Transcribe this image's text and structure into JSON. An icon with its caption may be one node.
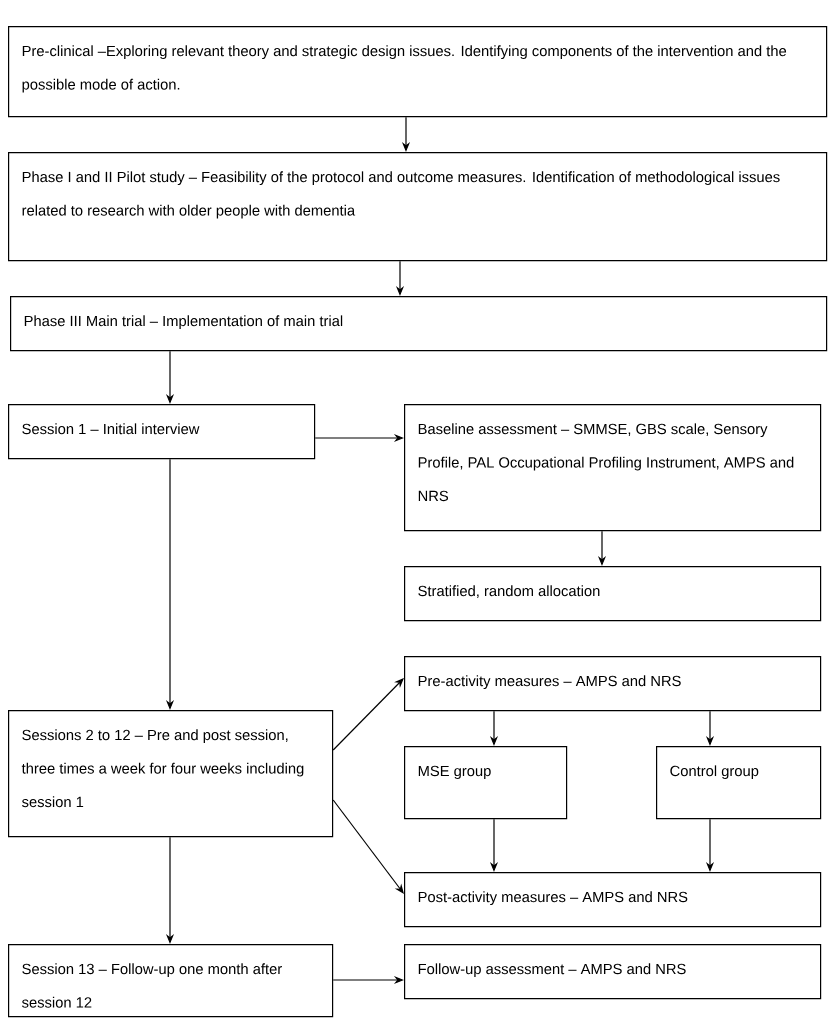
{
  "diagram": {
    "nodes": [
      {
        "text": [
          "Pre-clinical –Exploring relevant theory and strategic design issues. Identifying components of the intervention and the possible mode of action."
        ]
      },
      {
        "text": [
          "Phase I and II Pilot study – Feasibility of the protocol and outcome measures. Identification of methodological issues related to research with older people with dementia"
        ]
      },
      {
        "text": [
          "Phase III Main trial – Implementation of main trial"
        ]
      },
      {
        "text": [
          "Session 1 – Initial interview"
        ]
      },
      {
        "text": [
          "Baseline assessment – SMMSE, GBS scale, Sensory Profile, PAL Occupational Profiling Instrument, AMPS and NRS"
        ]
      },
      {
        "text": [
          "Stratified, random allocation"
        ]
      },
      {
        "text": [
          "Pre-activity measures – AMPS and NRS"
        ]
      },
      {
        "text": [
          "Sessions 2 to 12 – Pre and post session, three times a week for four weeks including session 1"
        ]
      },
      {
        "text": [
          "MSE group"
        ]
      },
      {
        "text": [
          "Control group"
        ]
      },
      {
        "text": [
          "Post-activity measures – AMPS and NRS"
        ]
      },
      {
        "text": [
          "Session 13 – Follow-up one month after session 12"
        ]
      },
      {
        "text": [
          "Follow-up assessment – AMPS and NRS"
        ]
      }
    ],
    "edges": [
      {
        "from": 0,
        "to": 1,
        "arrow": "to"
      },
      {
        "from": 1,
        "to": 2,
        "arrow": "to"
      },
      {
        "from": 2,
        "to": 3,
        "arrow": "to"
      },
      {
        "from": 3,
        "to": 4,
        "arrow": "to"
      },
      {
        "from": 4,
        "to": 5,
        "arrow": "to"
      },
      {
        "from": 3,
        "to": 7,
        "arrow": "to"
      },
      {
        "from": 7,
        "to": 6,
        "arrow": "to"
      },
      {
        "from": 6,
        "to": 8,
        "arrow": "to"
      },
      {
        "from": 6,
        "to": 9,
        "arrow": "to"
      },
      {
        "from": 7,
        "to": 10,
        "arrow": "to"
      },
      {
        "from": 8,
        "to": 10,
        "arrow": "to"
      },
      {
        "from": 9,
        "to": 10,
        "arrow": "to"
      },
      {
        "from": 7,
        "to": 11,
        "arrow": "to"
      },
      {
        "from": 11,
        "to": 12,
        "arrow": "to"
      }
    ]
  }
}
